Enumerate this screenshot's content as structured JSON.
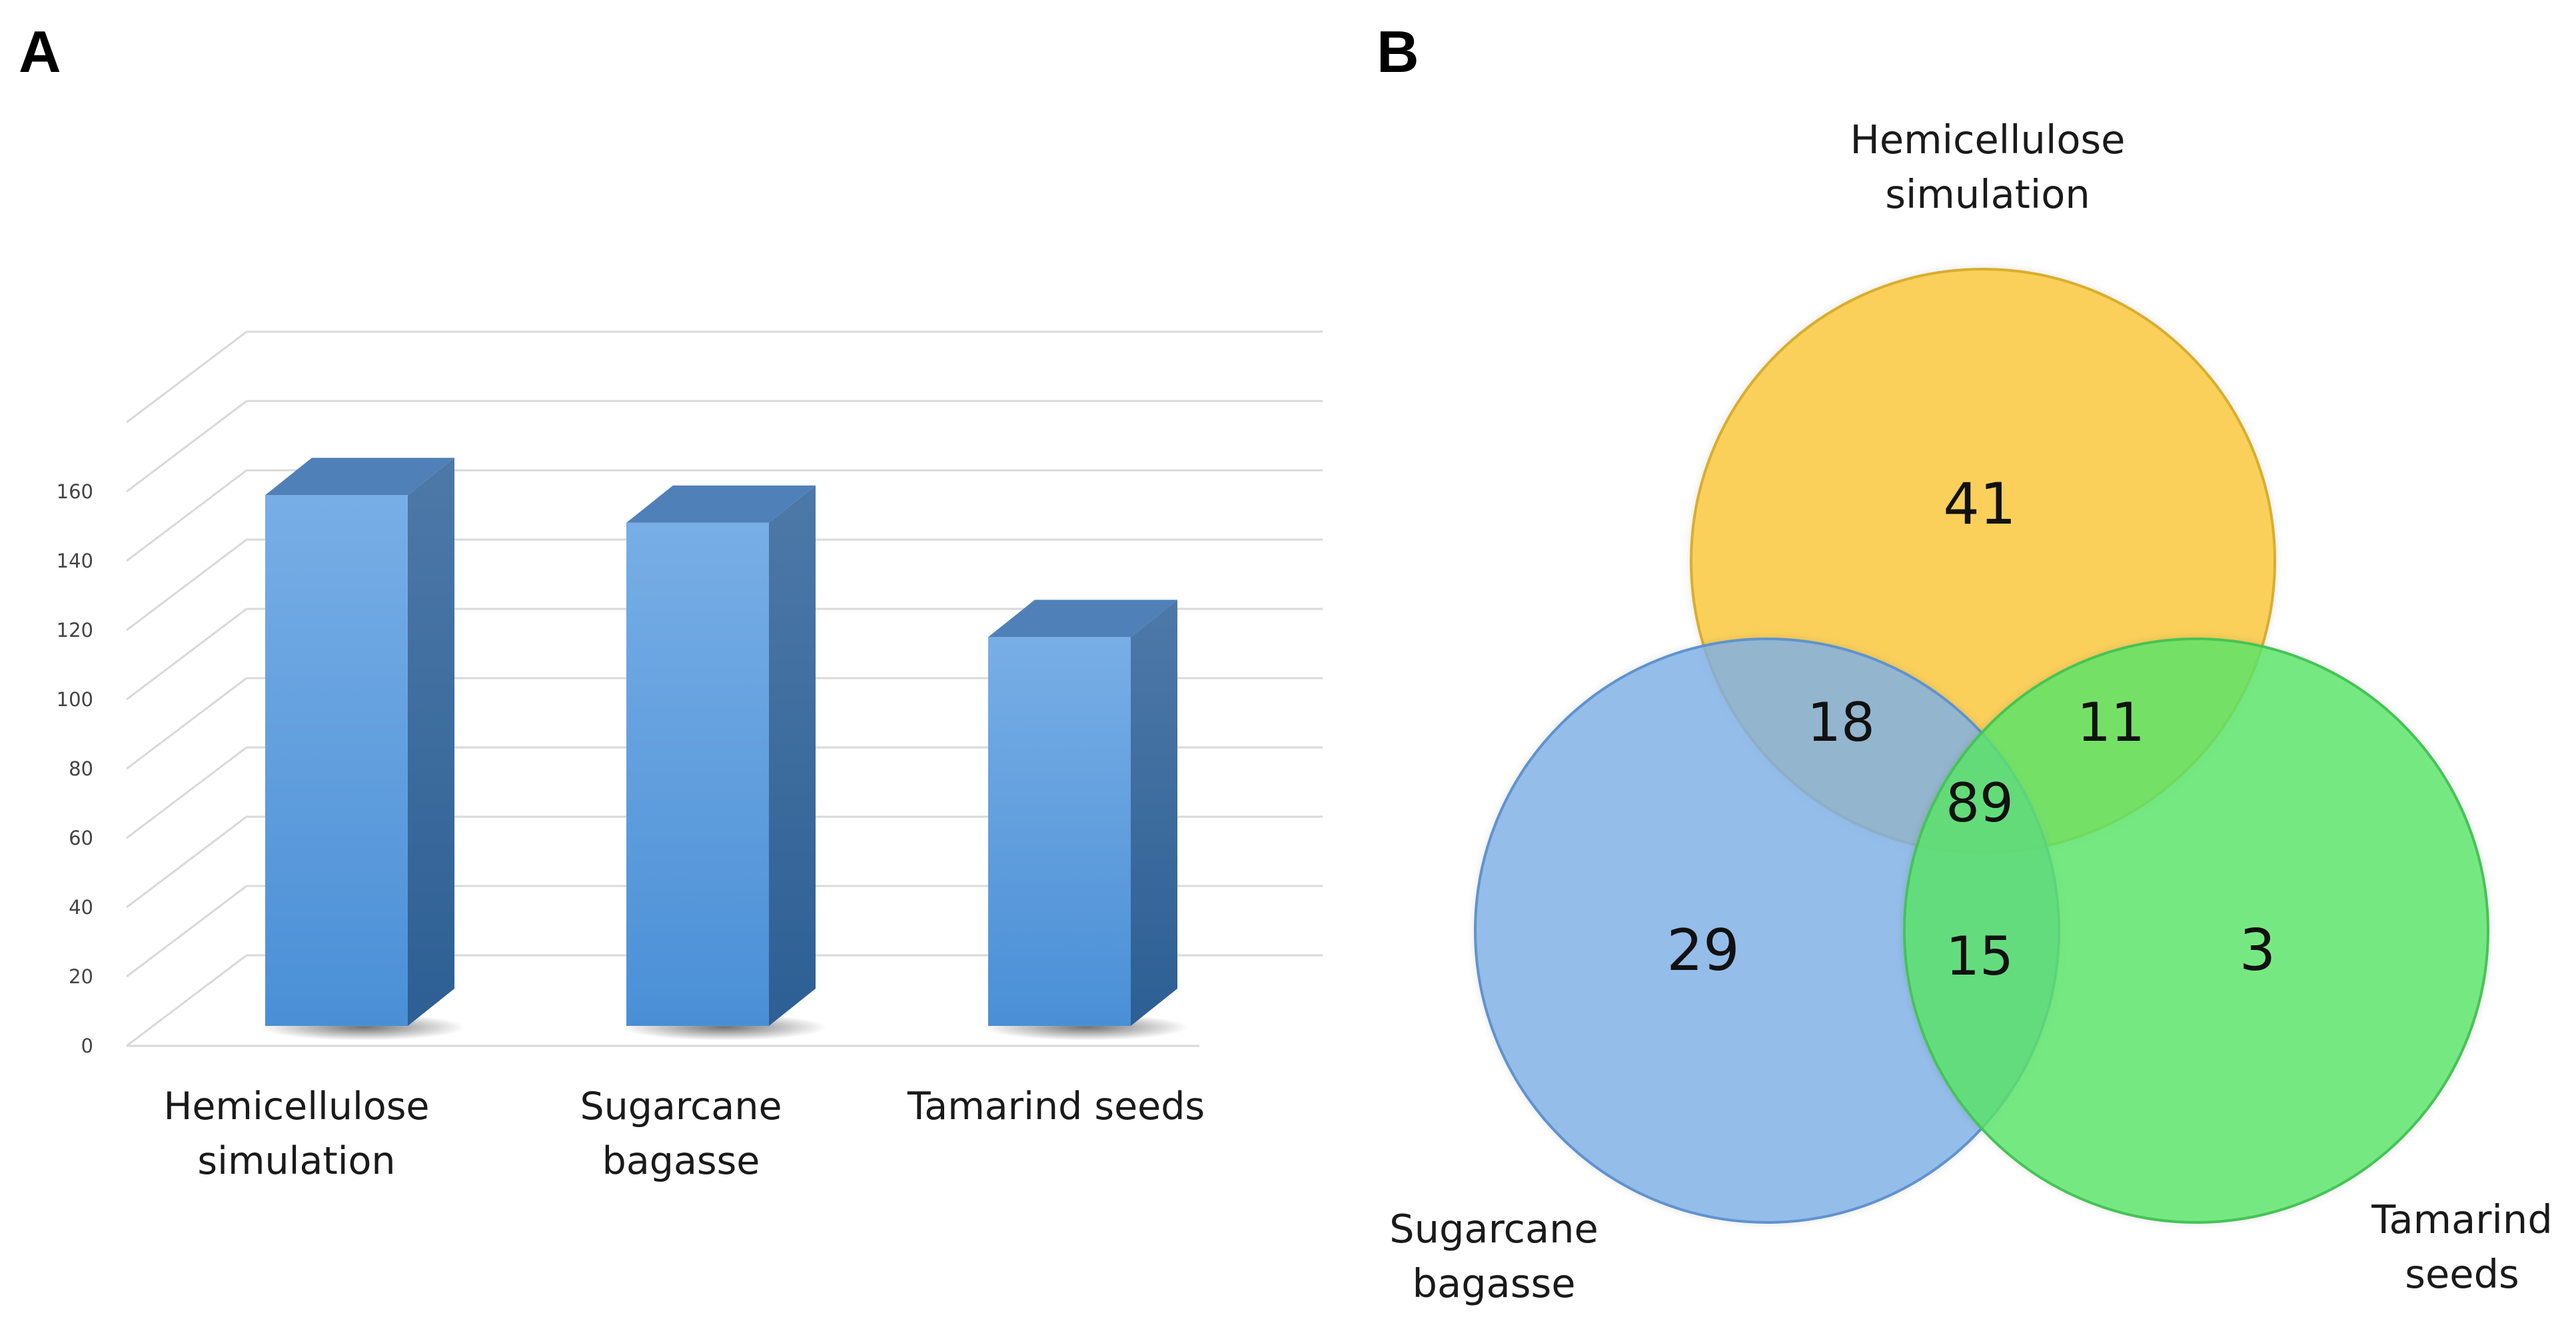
{
  "panels": {
    "a": "A",
    "b": "B"
  },
  "chart_data": [
    {
      "type": "bar",
      "categories": [
        [
          "Hemicellulose",
          "simulation"
        ],
        [
          "Sugarcane",
          "bagasse"
        ],
        [
          "Tamarind seeds"
        ]
      ],
      "values": [
        159,
        151,
        118
      ],
      "ylim": [
        0,
        160
      ],
      "yticks": [
        "0",
        "20",
        "40",
        "60",
        "80",
        "100",
        "120",
        "140",
        "160"
      ],
      "grid": true,
      "style": "3d",
      "colors": {
        "front": "#5a9ee0",
        "side": "#3a6ea3",
        "top": "#4f80b8"
      }
    },
    {
      "type": "venn",
      "sets": [
        {
          "name": [
            "Hemicellulose",
            "simulation"
          ],
          "color": "#fcc93a"
        },
        {
          "name": [
            "Sugarcane",
            "bagasse"
          ],
          "color": "#80b2e8"
        },
        {
          "name": [
            "Tamarind",
            "seeds"
          ],
          "color": "#5ce66a"
        }
      ],
      "regions": [
        {
          "sets": [
            "Hemicellulose simulation"
          ],
          "value": "41"
        },
        {
          "sets": [
            "Hemicellulose simulation",
            "Sugarcane bagasse"
          ],
          "value": "18"
        },
        {
          "sets": [
            "Hemicellulose simulation",
            "Tamarind seeds"
          ],
          "value": "11"
        },
        {
          "sets": [
            "Hemicellulose simulation",
            "Sugarcane bagasse",
            "Tamarind seeds"
          ],
          "value": "89"
        },
        {
          "sets": [
            "Sugarcane bagasse"
          ],
          "value": "29"
        },
        {
          "sets": [
            "Sugarcane bagasse",
            "Tamarind seeds"
          ],
          "value": "15"
        },
        {
          "sets": [
            "Tamarind seeds"
          ],
          "value": "3"
        }
      ]
    }
  ]
}
